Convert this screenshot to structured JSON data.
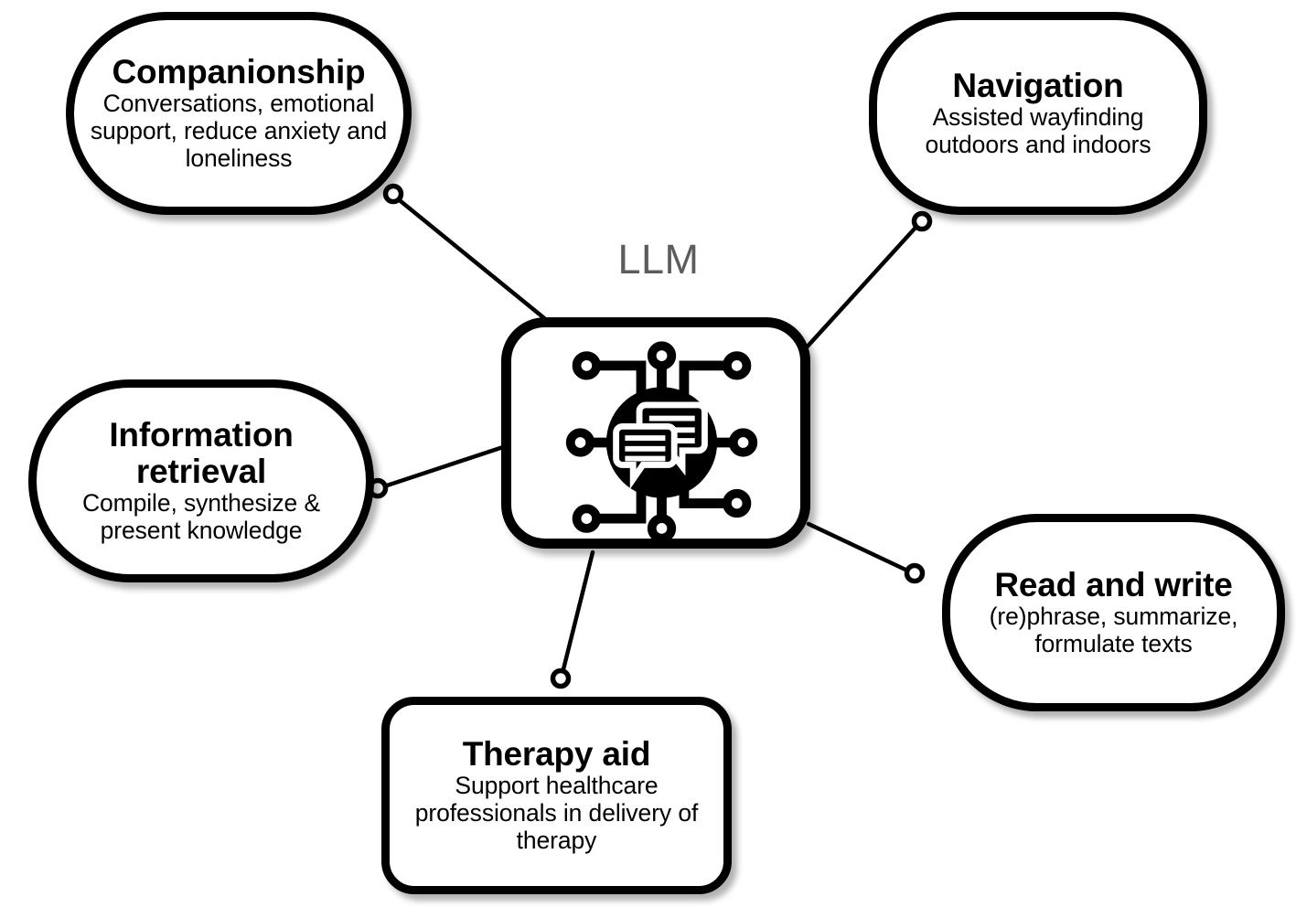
{
  "diagram": {
    "center": {
      "label": "LLM",
      "icon": "llm-chat-network-icon",
      "label_color": "#5c5c5c"
    },
    "style": {
      "background": "#ffffff",
      "stroke": "#000000",
      "text": "#000000"
    },
    "nodes": [
      {
        "id": "companionship",
        "title": "Companionship",
        "desc": "Conversations, emotional support, reduce anxiety and loneliness",
        "desc_lines": [
          "Conversations, emotional",
          "support, reduce anxiety and",
          "loneliness"
        ]
      },
      {
        "id": "navigation",
        "title": "Navigation",
        "desc": "Assisted wayfinding outdoors and indoors",
        "desc_lines": [
          "Assisted wayfinding",
          "outdoors and indoors"
        ]
      },
      {
        "id": "information-retrieval",
        "title": "Information retrieval",
        "title_lines": [
          "Information",
          "retrieval"
        ],
        "desc": "Compile, synthesize & present knowledge",
        "desc_lines": [
          "Compile, synthesize &",
          "present knowledge"
        ]
      },
      {
        "id": "read-and-write",
        "title": "Read and write",
        "desc": "(re)phrase, summarize, formulate texts",
        "desc_lines": [
          "(re)phrase, summarize,",
          "formulate texts"
        ]
      },
      {
        "id": "therapy-aid",
        "title": "Therapy aid",
        "desc": "Support healthcare professionals in delivery of therapy",
        "desc_lines": [
          "Support healthcare",
          "professionals in delivery of",
          "therapy"
        ]
      }
    ],
    "connectors": [
      {
        "id": "companionship",
        "ring": [
          430,
          212
        ],
        "hub": [
          600,
          352
        ]
      },
      {
        "id": "navigation",
        "ring": [
          1008,
          242
        ],
        "hub": [
          880,
          382
        ]
      },
      {
        "id": "information-retrieval",
        "ring": [
          413,
          534
        ],
        "hub": [
          556,
          487
        ]
      },
      {
        "id": "read-and-write",
        "ring": [
          1000,
          627
        ],
        "hub": [
          884,
          573
        ]
      },
      {
        "id": "therapy-aid",
        "ring": [
          613,
          742
        ],
        "hub": [
          648,
          604
        ]
      }
    ]
  }
}
